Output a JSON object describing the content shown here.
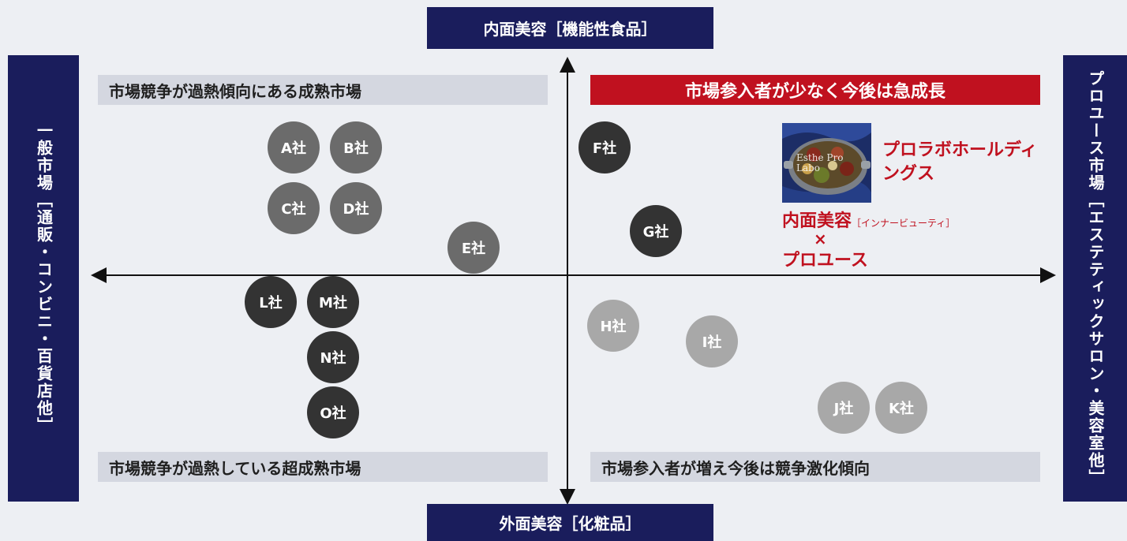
{
  "axes": {
    "top": "内面美容［機能性食品］",
    "bottom": "外面美容［化粧品］",
    "left": "一般市場［通販・コンビニ・百貨店他］",
    "right": "プロユース市場［エステティックサロン・美容室他］"
  },
  "quadrants": {
    "top_left": "市場競争が過熱傾向にある成熟市場",
    "top_right": "市場参入者が少なく今後は急成長",
    "bottom_left": "市場競争が過熱している超成熟市場",
    "bottom_right": "市場参入者が増え今後は競争激化傾向"
  },
  "companies": [
    {
      "label": "A社",
      "shade": "mid"
    },
    {
      "label": "B社",
      "shade": "mid"
    },
    {
      "label": "C社",
      "shade": "mid"
    },
    {
      "label": "D社",
      "shade": "mid"
    },
    {
      "label": "E社",
      "shade": "mid"
    },
    {
      "label": "F社",
      "shade": "dark"
    },
    {
      "label": "G社",
      "shade": "dark"
    },
    {
      "label": "H社",
      "shade": "light"
    },
    {
      "label": "I社",
      "shade": "light"
    },
    {
      "label": "J社",
      "shade": "light"
    },
    {
      "label": "K社",
      "shade": "light"
    },
    {
      "label": "L社",
      "shade": "dark"
    },
    {
      "label": "M社",
      "shade": "dark"
    },
    {
      "label": "N社",
      "shade": "dark"
    },
    {
      "label": "O社",
      "shade": "dark"
    }
  ],
  "highlight": {
    "company": "プロラボホールディングス",
    "product_text": "Esthe Pro Labo",
    "concept_line1": "内面美容",
    "concept_sub": "［インナービューティ］",
    "concept_times": "×",
    "concept_line3": "プロユース"
  },
  "colors": {
    "navy": "#1a1d5c",
    "red": "#c0111f",
    "background": "#edeff3"
  }
}
